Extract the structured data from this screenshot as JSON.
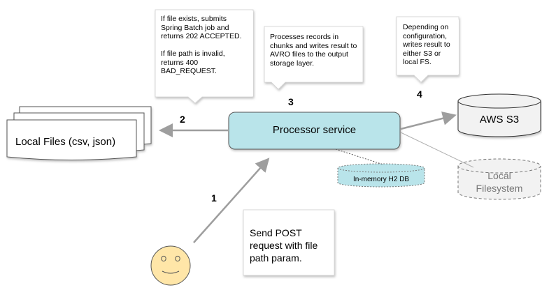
{
  "notes": {
    "note_submit": "If file exists, submits Spring Batch job and returns 202 ACCEPTED.\n\nIf file path is invalid, returns 400 BAD_REQUEST.",
    "note_process": "Processes records in chunks and writes result to AVRO files to the output storage layer.",
    "note_output": "Depending on configuration, writes result to either S3 or local FS.",
    "note_post": "Send POST request with file path param."
  },
  "nodes": {
    "local_files": "Local Files (csv, json)",
    "processor": "Processor service",
    "h2_db": "In-memory H2 DB",
    "aws_s3": "AWS S3",
    "local_fs": "Local\nFilesystem"
  },
  "steps": {
    "step1": "1",
    "step2": "2",
    "step3": "3",
    "step4": "4"
  },
  "colors": {
    "processor_fill": "#b9e4ea",
    "arrow": "#9e9e9e",
    "smiley": "#ffe6a8"
  }
}
